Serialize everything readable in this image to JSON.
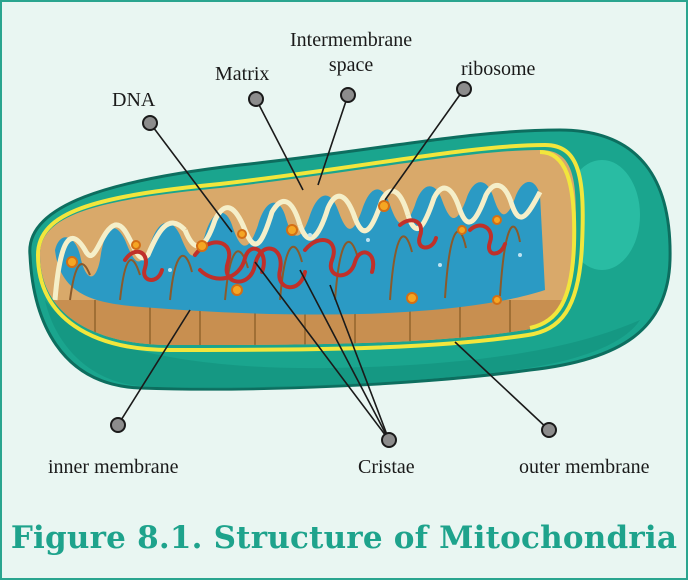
{
  "labels": {
    "intermembrane_line1": "Intermembrane",
    "intermembrane_line2": "space",
    "ribosome": "ribosome",
    "matrix": "Matrix",
    "dna": "DNA",
    "inner_membrane": "inner membrane",
    "cristae": "Cristae",
    "outer_membrane": "outer membrane"
  },
  "caption": "Figure 8.1. Structure of Mitochondria",
  "colors": {
    "frame_border": "#2aa58f",
    "frame_fill": "#e9f6f2",
    "caption": "#1ea38c",
    "outer_membrane": "#1aa58e",
    "membrane_edge": "#f2e63c",
    "inner_tan": "#d9a96a",
    "matrix_blue": "#2b9ac4",
    "dna_red": "#c0302a",
    "ribosome_orange": "#f5a623",
    "pointer_marker": "#8c8c8c"
  }
}
